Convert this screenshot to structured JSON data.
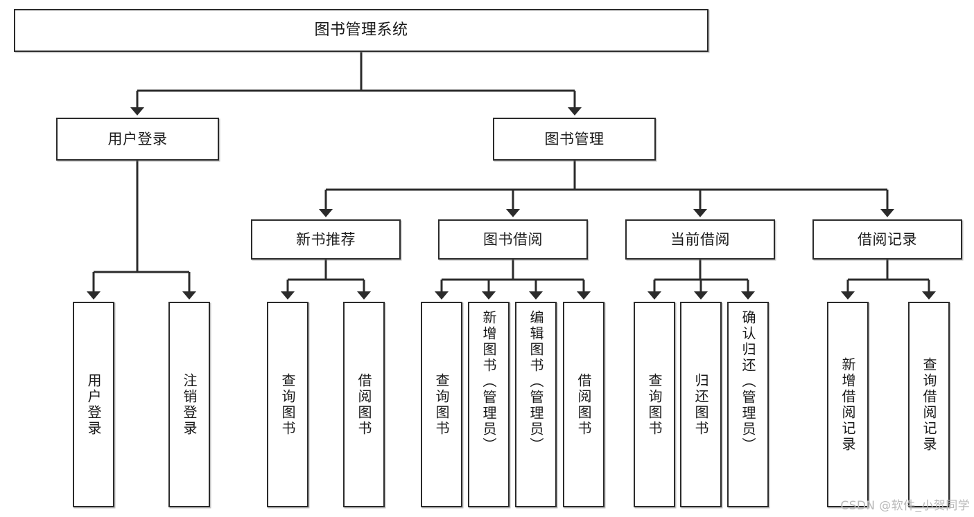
{
  "diagram": {
    "title": "图书管理系统",
    "type": "tree",
    "stroke_color": "#2b2b2b",
    "background_color": "#ffffff",
    "text_color": "#1a1a1a",
    "watermark": "CSDN @软件_小贺同学"
  },
  "nodes": {
    "root": {
      "label": "图书管理系统"
    },
    "level1": [
      {
        "id": "user-login",
        "label": "用户登录"
      },
      {
        "id": "book-management",
        "label": "图书管理"
      }
    ],
    "level2": [
      {
        "id": "new-book-recommend",
        "label": "新书推荐"
      },
      {
        "id": "book-borrow",
        "label": "图书借阅"
      },
      {
        "id": "current-borrow",
        "label": "当前借阅"
      },
      {
        "id": "borrow-record",
        "label": "借阅记录"
      }
    ],
    "leaves": {
      "user_login": [
        {
          "id": "leaf-user-login",
          "label": "用户登录"
        },
        {
          "id": "leaf-logout-login",
          "label": "注销登录"
        }
      ],
      "new_book_recommend": [
        {
          "id": "leaf-query-book-1",
          "label": "查询图书"
        },
        {
          "id": "leaf-borrow-book-1",
          "label": "借阅图书"
        }
      ],
      "book_borrow": [
        {
          "id": "leaf-query-book-2",
          "label": "查询图书"
        },
        {
          "id": "leaf-add-book",
          "label": "新增图书（管理员）"
        },
        {
          "id": "leaf-edit-book",
          "label": "编辑图书（管理员）"
        },
        {
          "id": "leaf-borrow-book-2",
          "label": "借阅图书"
        }
      ],
      "current_borrow": [
        {
          "id": "leaf-query-book-3",
          "label": "查询图书"
        },
        {
          "id": "leaf-return-book",
          "label": "归还图书"
        },
        {
          "id": "leaf-confirm-return",
          "label": "确认归还（管理员）"
        }
      ],
      "borrow_record": [
        {
          "id": "leaf-add-record",
          "label": "新增借阅记录"
        },
        {
          "id": "leaf-query-record",
          "label": "查询借阅记录"
        }
      ]
    }
  }
}
